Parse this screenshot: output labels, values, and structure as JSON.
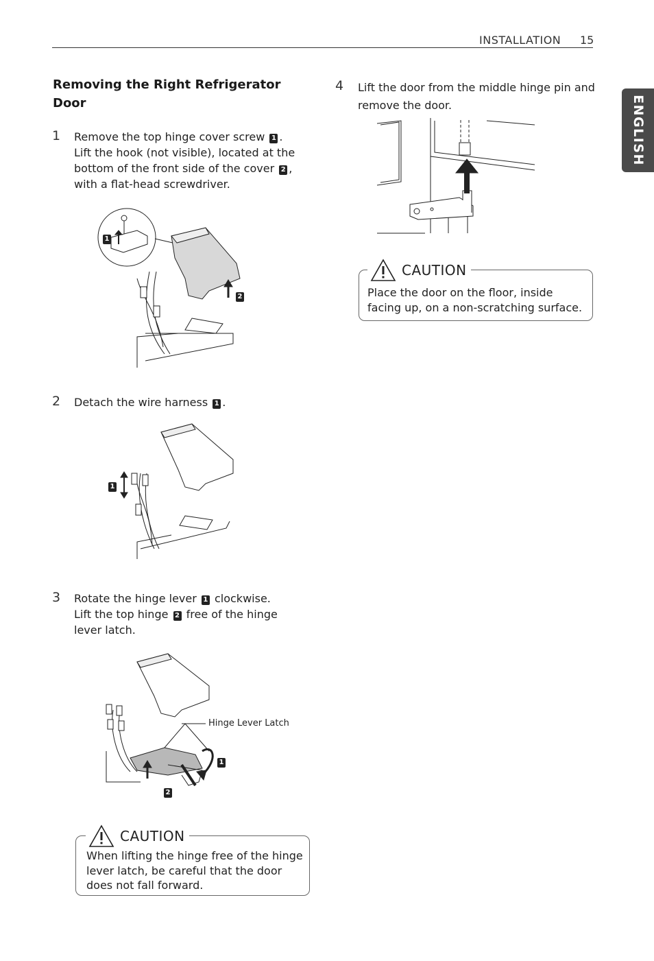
{
  "header": {
    "section": "INSTALLATION",
    "page_number": "15"
  },
  "side_tab": {
    "language": "ENGLISH"
  },
  "section_title": "Removing the Right Refrigerator Door",
  "steps": [
    {
      "number": "1",
      "lines": [
        [
          "Remove the top hinge cover screw ",
          "1",
          "."
        ],
        [
          "Lift the hook (not visible), located at the"
        ],
        [
          "bottom of the front side of the cover ",
          "2",
          ","
        ],
        [
          "with a flat-head screwdriver."
        ]
      ]
    },
    {
      "number": "2",
      "lines": [
        [
          "Detach the wire harness ",
          "1",
          "."
        ]
      ]
    },
    {
      "number": "3",
      "lines": [
        [
          "Rotate the hinge lever ",
          "1",
          " clockwise."
        ],
        [
          "Lift the top hinge ",
          "2",
          " free of the hinge"
        ],
        [
          "lever latch."
        ]
      ]
    },
    {
      "number": "4",
      "lines": [
        [
          "Lift the door from the middle hinge pin and"
        ],
        [
          "remove the door."
        ]
      ]
    }
  ],
  "figures": {
    "fig1": {
      "callouts": [
        "1",
        "2"
      ]
    },
    "fig2": {
      "callouts": [
        "1"
      ]
    },
    "fig3": {
      "callouts": [
        "1",
        "2"
      ],
      "label": "Hinge Lever Latch"
    }
  },
  "cautions": [
    {
      "title": "CAUTION",
      "lines": [
        "When lifting the hinge free of the hinge",
        "lever latch, be careful that the door",
        "does not fall forward."
      ]
    },
    {
      "title": "CAUTION",
      "lines": [
        "Place the door on the floor, inside",
        "facing up, on a non-scratching surface."
      ]
    }
  ],
  "colors": {
    "text": "#1a1a1a",
    "tab_bg": "#4a4a4a",
    "badge_bg": "#222222"
  }
}
